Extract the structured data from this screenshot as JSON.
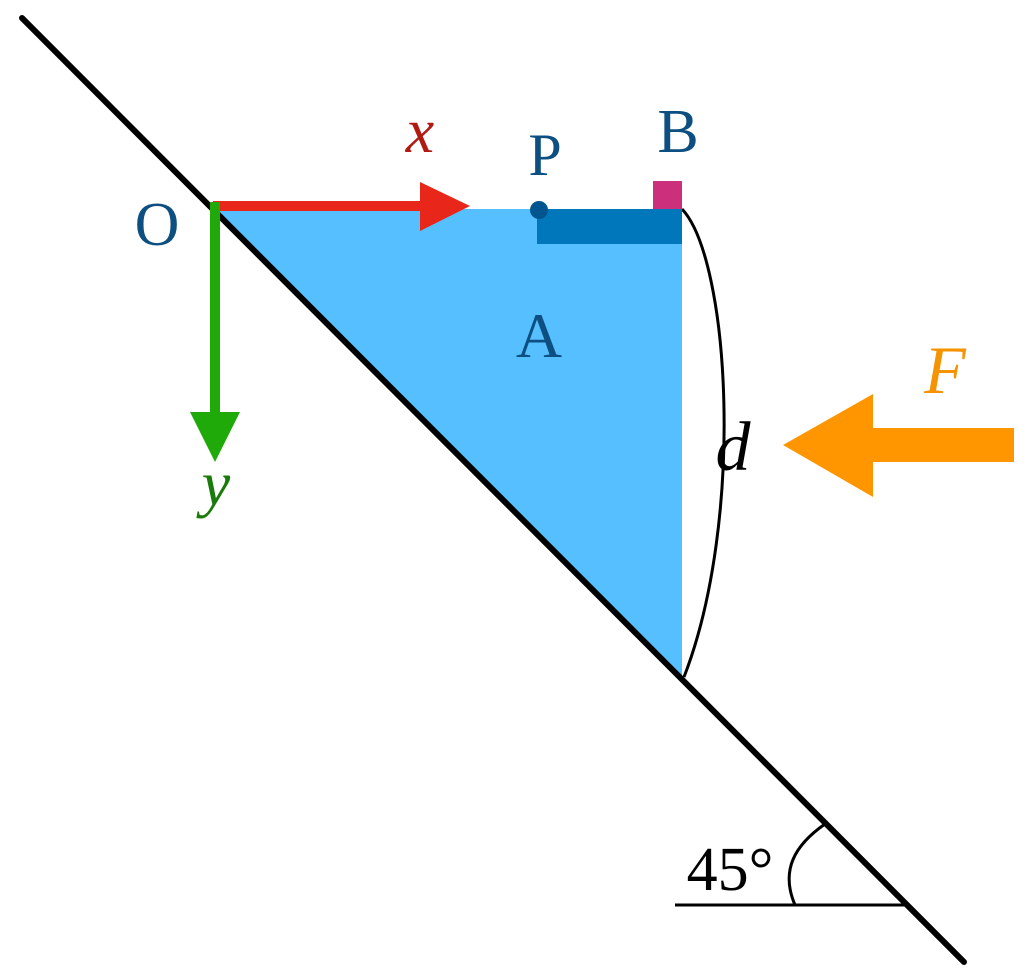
{
  "labels": {
    "origin": "O",
    "x_axis": "x",
    "y_axis": "y",
    "point_p": "P",
    "point_b": "B",
    "region_a": "A",
    "force": "F",
    "distance": "d",
    "angle": "45°"
  },
  "colors": {
    "incline_line": "#000000",
    "triangle_fill": "#56bfff",
    "x_arrow": "#e8261a",
    "y_arrow": "#1faa0a",
    "force_arrow": "#ff9600",
    "bar": "#0077bb",
    "marker_b": "#cc2f7b",
    "point_p": "#00558f",
    "label_dark_blue": "#0d4f80",
    "label_x": "#b01a10",
    "label_y": "#1a7a0a",
    "label_f": "#f59300"
  },
  "icons": {
    "x_arrow": "arrow-right-icon",
    "y_arrow": "arrow-down-icon",
    "force_arrow": "arrow-left-icon"
  }
}
